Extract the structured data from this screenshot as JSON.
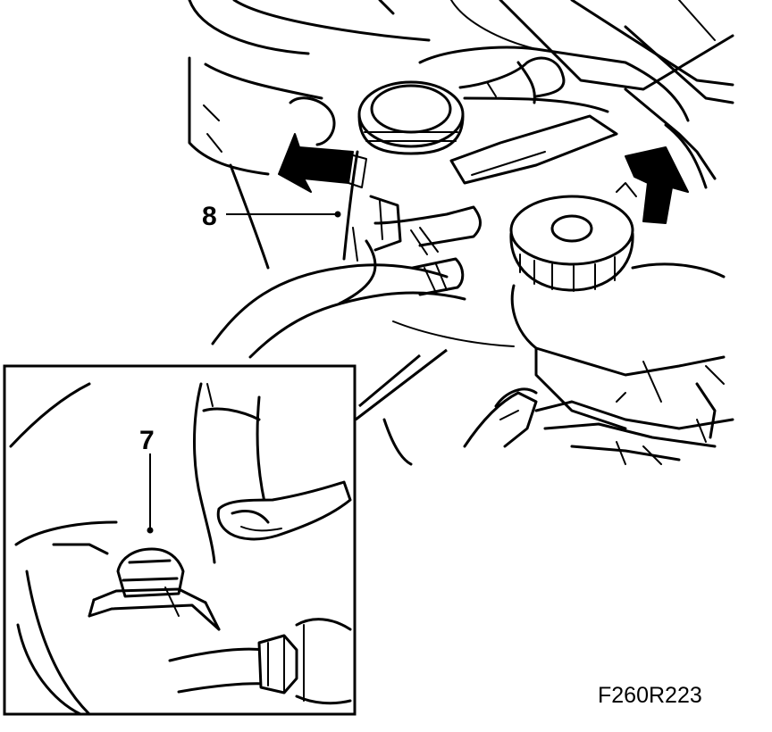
{
  "callouts": {
    "top_part": "8",
    "inset_part": "7"
  },
  "figure_id": "F260R223",
  "colors": {
    "line": "#000000",
    "background": "#ffffff"
  },
  "icons": {
    "removal_arrow_left": "arrow-left-icon",
    "removal_arrow_right": "arrow-up-icon"
  }
}
